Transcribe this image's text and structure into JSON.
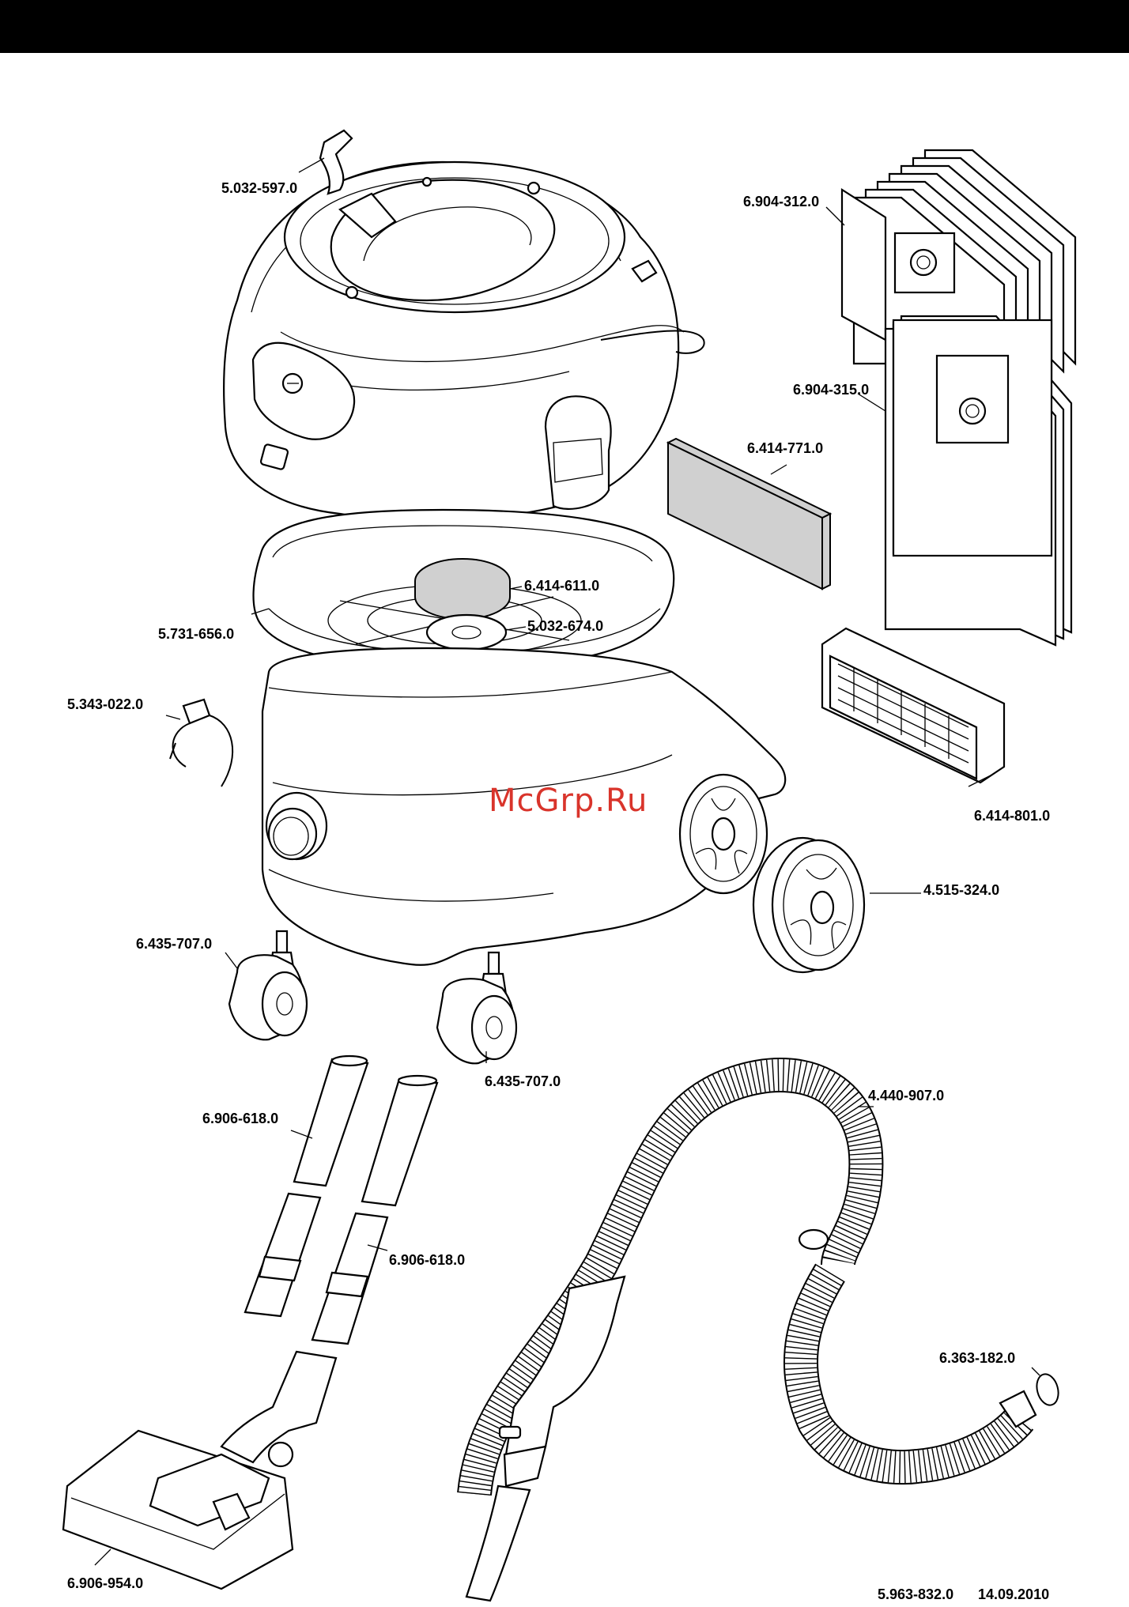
{
  "diagram": {
    "parts": [
      {
        "id": "p1",
        "number": "5.032-597.0"
      },
      {
        "id": "p2",
        "number": "6.904-312.0"
      },
      {
        "id": "p3",
        "number": "6.904-315.0"
      },
      {
        "id": "p4",
        "number": "6.414-771.0"
      },
      {
        "id": "p5",
        "number": "6.414-611.0"
      },
      {
        "id": "p6",
        "number": "5.032-674.0"
      },
      {
        "id": "p7",
        "number": "5.731-656.0"
      },
      {
        "id": "p8",
        "number": "5.343-022.0"
      },
      {
        "id": "p9",
        "number": "6.414-801.0"
      },
      {
        "id": "p10",
        "number": "4.515-324.0"
      },
      {
        "id": "p11",
        "number": "6.435-707.0"
      },
      {
        "id": "p12",
        "number": "6.435-707.0"
      },
      {
        "id": "p13",
        "number": "6.906-618.0"
      },
      {
        "id": "p14",
        "number": "6.906-618.0"
      },
      {
        "id": "p15",
        "number": "4.440-907.0"
      },
      {
        "id": "p16",
        "number": "6.363-182.0"
      },
      {
        "id": "p17",
        "number": "6.906-954.0"
      }
    ],
    "watermark": "McGrp.Ru",
    "footer": {
      "doc_number": "5.963-832.0",
      "date": "14.09.2010"
    }
  },
  "colors": {
    "header_bar": "#000000",
    "watermark": "#d9342b",
    "filter_shading": "#d0d0d0"
  }
}
